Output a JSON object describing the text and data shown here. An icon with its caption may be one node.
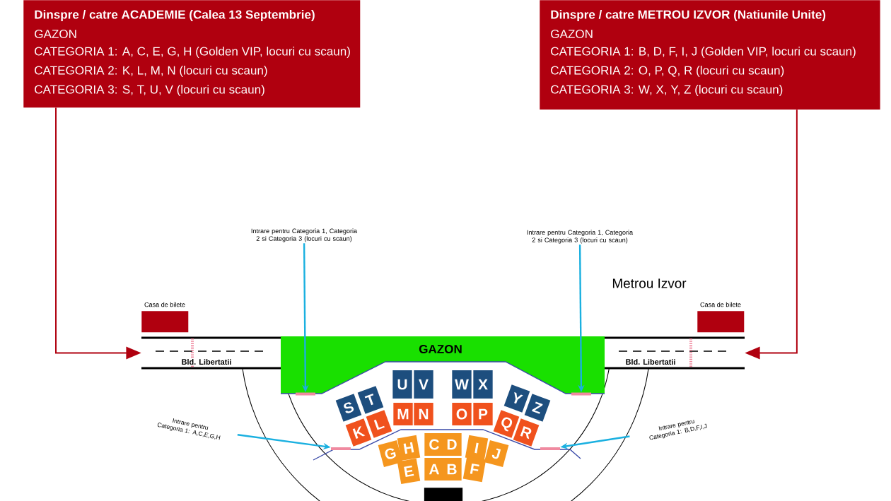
{
  "diagram": {
    "nodes": [
      {
        "text": [
          "Dinspre / catre ACADEMIE (Calea 13 Septembrie)",
          "GAZON",
          "CATEGORIA 1: A, C, E, G, H (Golden VIP, locuri cu scaun)",
          "CATEGORIA 2:  K, L, M, N (locuri cu scaun)",
          "CATEGORIA 3: S, T, U, V (locuri cu scaun)"
        ]
      },
      {
        "text": [
          "Dinspre / catre METROU IZVOR (Natiunile Unite)",
          "GAZON",
          "CATEGORIA 1: B, D, F, I, J (Golden VIP, locuri cu scaun)",
          "CATEGORIA 2: O, P, Q, R (locuri cu scaun)",
          "CATEGORIA 3: W, X, Y, Z (locuri cu scaun)"
        ]
      },
      {
        "text": [
          "Intrare pentru Categoria 1, Categoria 2 si Categoria 3 (locuri cu scaun)"
        ]
      },
      {
        "text": [
          "Intrare pentru Categoria 1, Categoria 2 si Categoria 3 (locuri cu scaun)"
        ]
      },
      {
        "text": [
          "Casa de bilete"
        ]
      },
      {
        "text": [
          "Casa de bilete"
        ]
      },
      {
        "text": [
          "Bld. Libertatii"
        ]
      },
      {
        "text": [
          "GAZON"
        ]
      },
      {
        "text": [
          "Bld. Libertatii"
        ]
      },
      {
        "text": [],
        "shape": "bar",
        "in": 7
      },
      {
        "text": [],
        "shape": "bar",
        "in": 7
      },
      {
        "text": [
          "Intrare pentru Categoria 1: A,C,E,G,H"
        ]
      },
      {
        "text": [
          "Intrare pentru Categoria 1: B,D,F,I,J"
        ]
      },
      {
        "text": [],
        "shape": "bar"
      },
      {
        "text": [],
        "shape": "bar"
      },
      {
        "text": [
          "S"
        ]
      },
      {
        "text": [
          "T"
        ]
      },
      {
        "text": [
          "U"
        ]
      },
      {
        "text": [
          "V"
        ]
      },
      {
        "text": [
          "W"
        ]
      },
      {
        "text": [
          "X"
        ]
      },
      {
        "text": [
          "Y"
        ]
      },
      {
        "text": [
          "Z"
        ]
      },
      {
        "text": [
          "K"
        ]
      },
      {
        "text": [
          "L"
        ]
      },
      {
        "text": [
          "M"
        ]
      },
      {
        "text": [
          "N"
        ]
      },
      {
        "text": [
          "O"
        ]
      },
      {
        "text": [
          "P"
        ]
      },
      {
        "text": [
          "Q"
        ]
      },
      {
        "text": [
          "R"
        ]
      },
      {
        "text": [
          "G"
        ]
      },
      {
        "text": [
          "H"
        ]
      },
      {
        "text": [
          "C"
        ]
      },
      {
        "text": [
          "D"
        ]
      },
      {
        "text": [
          "I"
        ]
      },
      {
        "text": [
          "J"
        ]
      },
      {
        "text": [
          "E"
        ]
      },
      {
        "text": [
          "A"
        ]
      },
      {
        "text": [
          "B"
        ]
      },
      {
        "text": [
          "F"
        ]
      },
      {
        "text": [],
        "shape": "box"
      }
    ],
    "edges": [
      {
        "from": 0,
        "to": 6,
        "arrow": "to",
        "color": "#b0000f"
      },
      {
        "from": 1,
        "to": 8,
        "arrow": "to",
        "color": "#b0000f"
      },
      {
        "from": 2,
        "to": 9,
        "arrow": "to"
      },
      {
        "from": 3,
        "to": 10,
        "arrow": "to"
      },
      {
        "from": 11,
        "to": 13,
        "arrow": "to"
      },
      {
        "from": 12,
        "to": 14,
        "arrow": "to"
      }
    ],
    "labels": [
      "Metrou Izvor"
    ]
  }
}
